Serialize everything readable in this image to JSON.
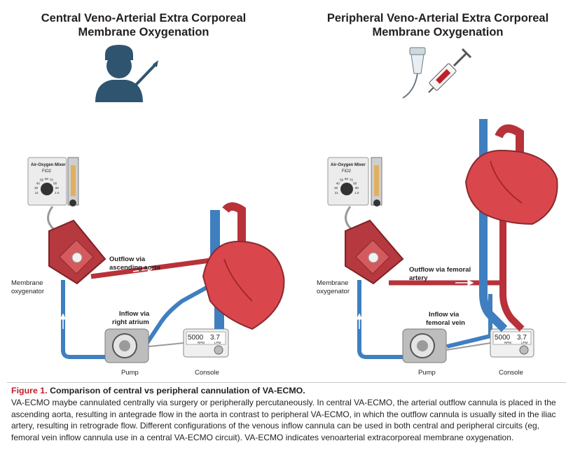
{
  "titles": {
    "left": "Central Veno-Arterial Extra Corporeal Membrane Oxygenation",
    "right": "Peripheral Veno-Arterial Extra Corporeal Membrane Oxygenation"
  },
  "mixer": {
    "name": "Air-Oxygen Mixer",
    "fio2": "FiO2",
    "scale": [
      "21",
      "30",
      "40",
      "50",
      "60",
      "70",
      "80",
      "90",
      "1.0"
    ]
  },
  "console": {
    "rpm_value": "5000",
    "rpm_unit": "RPM",
    "lpm_value": "3.7",
    "lpm_unit": "LPM"
  },
  "labels_left": {
    "outflow_line1": "Outflow via",
    "outflow_line2": "ascending aorta",
    "inflow_line1": "Inflow via",
    "inflow_line2": "right atrium",
    "membrane_line1": "Membrane",
    "membrane_line2": "oxygenator",
    "pump": "Pump",
    "console": "Console"
  },
  "labels_right": {
    "outflow_line1": "Outflow via femoral",
    "outflow_line2": "artery",
    "inflow_line1": "Inflow via",
    "inflow_line2": "femoral vein",
    "membrane_line1": "Membrane",
    "membrane_line2": "oxygenator",
    "pump": "Pump",
    "console": "Console"
  },
  "caption": {
    "figure_label": "Figure 1.",
    "title": "Comparison of central vs peripheral cannulation of VA-ECMO.",
    "text": "VA-ECMO maybe cannulated centrally via surgery or peripherally percutaneously. In central VA-ECMO, the arterial outflow cannula is placed in the ascending aorta, resulting in antegrade flow in the aorta in contrast to peripheral VA-ECMO, in which the outflow cannula is usually sited in the iliac artery, resulting in retrograde flow. Different configurations of the venous inflow cannula can be used in both central and peripheral circuits (eg, femoral vein inflow cannula use in a central VA-ECMO circuit). VA-ECMO indicates venoarterial extracorporeal membrane oxygenation."
  },
  "colors": {
    "artery": "#b8323a",
    "vein": "#3f7fc0",
    "heart": "#d9474d",
    "surgeon": "#2f5470",
    "caption_accent": "#c0202a"
  }
}
